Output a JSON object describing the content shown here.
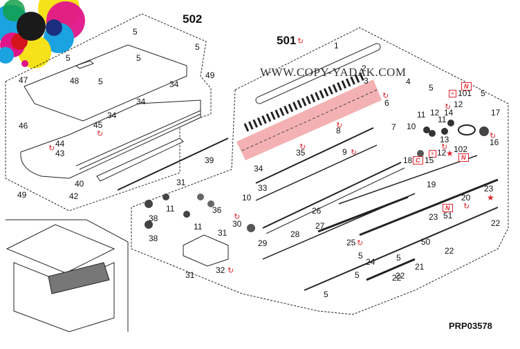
{
  "diagram": {
    "title": "Exploded parts diagram",
    "drawing_code": "PRP03578",
    "watermark": "WWW.COPY-YADAK.COM",
    "colors": {
      "line": "#111111",
      "highlight": "#f2a3a6",
      "symbol_red": "#e2202a",
      "logo_cyan": "#1aa3e0",
      "logo_magenta": "#e0158a",
      "logo_yellow": "#f5e21a",
      "logo_black": "#1a1a1a"
    },
    "assemblies": [
      {
        "id": "502",
        "label": "502"
      },
      {
        "id": "501",
        "label": "501"
      }
    ],
    "symbols": {
      "rotate": "↻",
      "new_tag": "N",
      "c_tag": "C",
      "x_box": "☒",
      "star": "★"
    },
    "labels": {
      "l502": "502",
      "l501": "501",
      "p1": "1",
      "p2": "2",
      "p3": "3",
      "p4": "4",
      "p5": "5",
      "p6": "6",
      "p7": "7",
      "p8": "8",
      "p9": "9",
      "p10": "10",
      "p11": "11",
      "p12": "12",
      "p13": "13",
      "p14": "14",
      "p15": "15",
      "p16": "16",
      "p17": "17",
      "p18": "18",
      "p19": "19",
      "p20": "20",
      "p21": "21",
      "p22": "22",
      "p23": "23",
      "p24": "24",
      "p25": "25",
      "p26": "26",
      "p27": "27",
      "p28": "28",
      "p29": "29",
      "p30": "30",
      "p31": "31",
      "p32": "32",
      "p33": "33",
      "p34": "34",
      "p35": "35",
      "p36": "36",
      "p38": "38",
      "p39": "39",
      "p40": "40",
      "p42": "42",
      "p43": "43",
      "p44": "44",
      "p45": "45",
      "p46": "46",
      "p47": "47",
      "p48": "48",
      "p49": "49",
      "p50": "50",
      "p51": "51",
      "p101": "101",
      "p102": "102"
    }
  }
}
